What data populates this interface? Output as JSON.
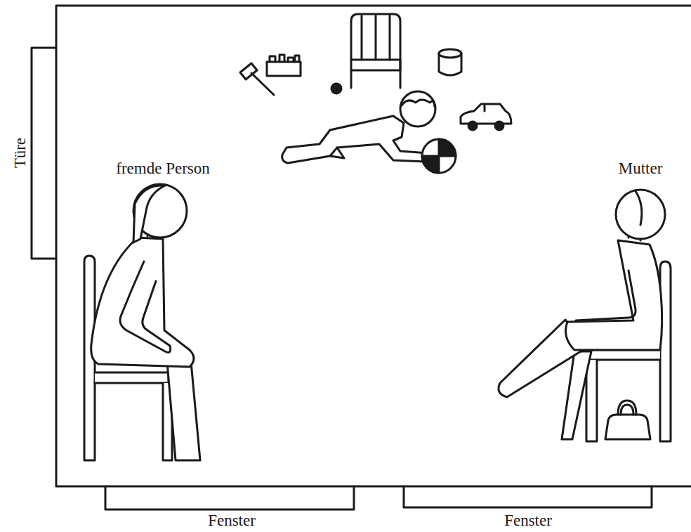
{
  "diagram": {
    "labels": [
      "Türe",
      "fremde Person",
      "Mutter",
      "Fenster",
      "Fenster"
    ]
  }
}
